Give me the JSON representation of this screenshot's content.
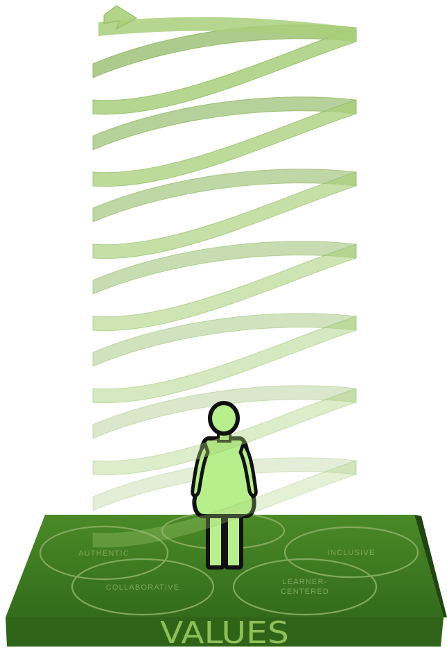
{
  "platform": {
    "label": "VALUES",
    "circles": [
      {
        "lines": [
          "AUTHENTIC"
        ]
      },
      {
        "lines": [
          "INCLUSIVE"
        ]
      },
      {
        "lines": [
          "COLLABORATIVE"
        ]
      },
      {
        "lines": [
          "LEARNER-",
          "CENTERED"
        ]
      },
      {
        "lines": []
      }
    ]
  },
  "spiral": {
    "turns": 7,
    "direction": "upward",
    "arrow": "top-left"
  },
  "figure": {
    "type": "person",
    "pose": "standing"
  },
  "colors": {
    "platform_top": "#3f7a22",
    "platform_front": "#2f6418",
    "platform_side": "#1f4510",
    "label_text": "#8fbf58",
    "circle_line": "#83a95d",
    "spiral_front": "#a8cf7a",
    "spiral_back": "#7fae4c",
    "person_fill": "#b7ef8c",
    "person_outline": "#111111"
  }
}
